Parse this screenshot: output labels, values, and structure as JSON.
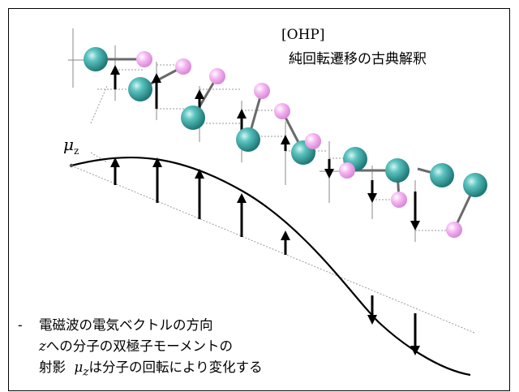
{
  "header": {
    "tag": "[OHP]",
    "title": "純回転遷移の古典解釈"
  },
  "diagram": {
    "mu_label": "μ",
    "mu_sub": "z"
  },
  "note": {
    "bullet": "-",
    "line1": "電磁波の電気ベクトルの方向",
    "line2_var": "z",
    "line2_rest": "への分子の双極子モーメントの",
    "line3_a": "射影",
    "line3_mu": "μ",
    "line3_sub": "z",
    "line3_rest": "は分子の回転により変化する"
  },
  "colors": {
    "atom_large": "#3aa6a3",
    "atom_small": "#f2a6f0",
    "bond": "#6a6a6a",
    "wave": "#000000",
    "guide": "#9a9a9a"
  }
}
